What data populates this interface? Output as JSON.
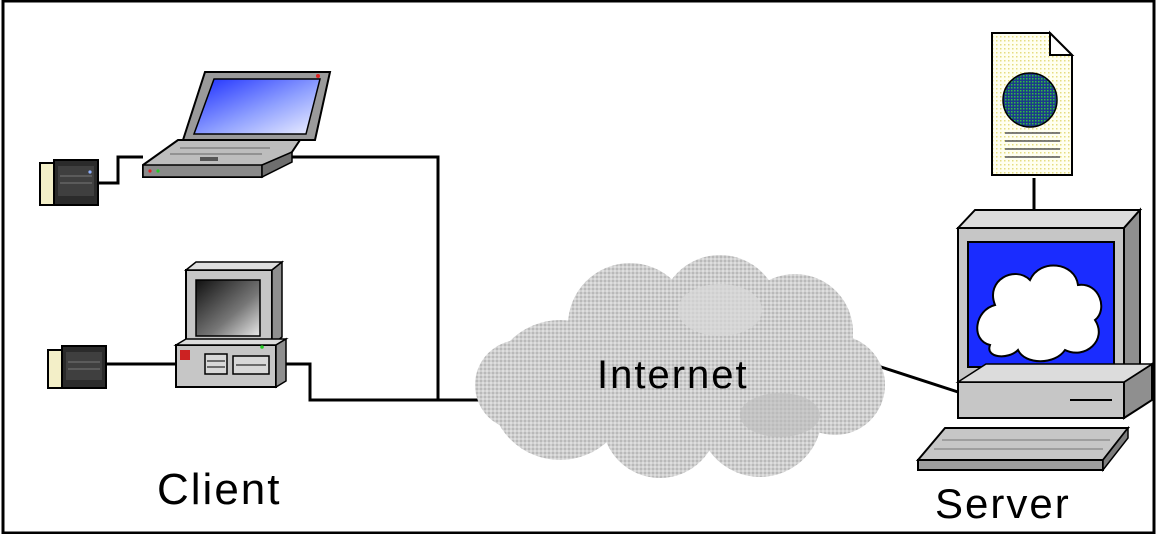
{
  "labels": {
    "client": "Client",
    "internet": "Internet",
    "server": "Server"
  },
  "colors": {
    "background": "#ffffff",
    "line": "#000000",
    "screen_blue": "#1a2cff",
    "cloud_gray": "#c8c8c8",
    "device_gray": "#c0c0c0",
    "globe_green": "#2e8b2e"
  }
}
